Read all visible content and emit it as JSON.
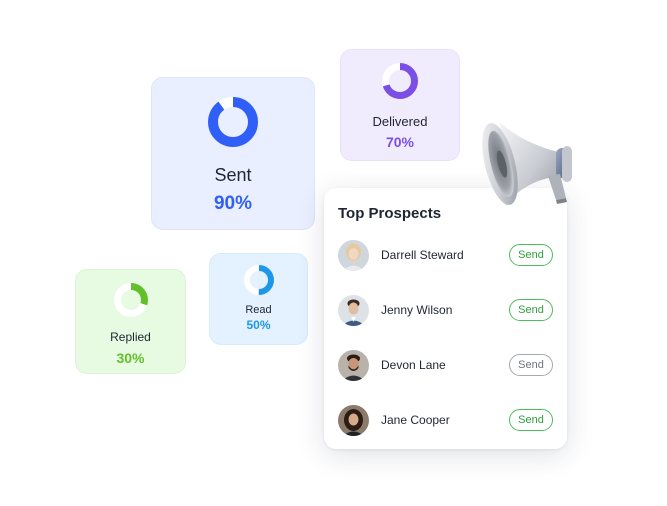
{
  "stats": {
    "sent": {
      "label": "Sent",
      "percent": "90%",
      "value": 90,
      "color": "#2f5ff6",
      "track": "#ffffff"
    },
    "delivered": {
      "label": "Delivered",
      "percent": "70%",
      "value": 70,
      "color": "#7b4ee6",
      "track": "#ffffff"
    },
    "read": {
      "label": "Read",
      "percent": "50%",
      "value": 50,
      "color": "#1e97e8",
      "track": "#ffffff"
    },
    "replied": {
      "label": "Replied",
      "percent": "30%",
      "value": 30,
      "color": "#63bf2b",
      "track": "#ffffff"
    }
  },
  "prospects": {
    "title": "Top Prospects",
    "items": [
      {
        "name": "Darrell Steward",
        "action": "Send",
        "active": true
      },
      {
        "name": "Jenny Wilson",
        "action": "Send",
        "active": true
      },
      {
        "name": "Devon Lane",
        "action": "Send",
        "active": false
      },
      {
        "name": "Jane Cooper",
        "action": "Send",
        "active": true
      }
    ]
  },
  "colors": {
    "active_button": "#4cbf5c",
    "inactive_button": "#a6a9b0"
  }
}
